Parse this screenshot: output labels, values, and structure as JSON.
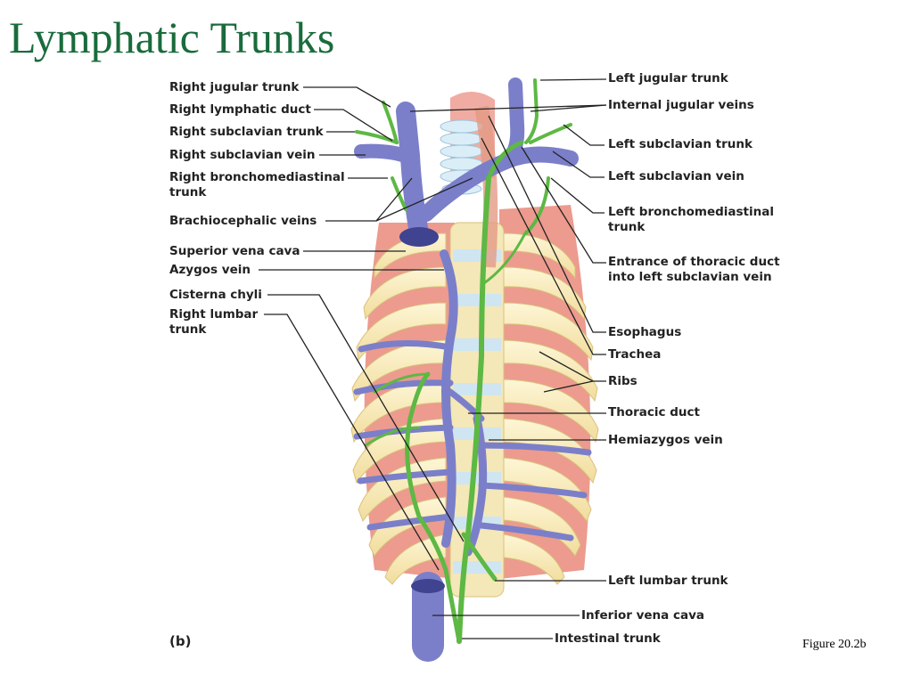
{
  "title": "Lymphatic Trunks",
  "panel_label": "(b)",
  "figure_ref": "Figure 20.2b",
  "colors": {
    "title": "#1a6b3c",
    "vein": "#7b7fc9",
    "lymph": "#5db844",
    "muscle": "#e9897a",
    "rib": "#f6eab8",
    "trachea": "#cfe6f2"
  },
  "labels_left": {
    "right_jugular_trunk": "Right jugular trunk",
    "right_lymphatic_duct": "Right lymphatic duct",
    "right_subclavian_trunk": "Right subclavian trunk",
    "right_subclavian_vein": "Right subclavian vein",
    "right_bronchomediastinal_trunk": "Right bronchomediastinal\ntrunk",
    "brachiocephalic_veins": "Brachiocephalic veins",
    "superior_vena_cava": "Superior vena cava",
    "azygos_vein": "Azygos vein",
    "cisterna_chyli": "Cisterna chyli",
    "right_lumbar_trunk": "Right lumbar\ntrunk"
  },
  "labels_right": {
    "left_jugular_trunk": "Left jugular trunk",
    "internal_jugular_veins": "Internal jugular veins",
    "left_subclavian_trunk": "Left subclavian trunk",
    "left_subclavian_vein": "Left subclavian vein",
    "left_bronchomediastinal_trunk": "Left bronchomediastinal\ntrunk",
    "entrance_thoracic_duct": "Entrance of thoracic duct\ninto left subclavian vein",
    "esophagus": "Esophagus",
    "trachea": "Trachea",
    "ribs": "Ribs",
    "thoracic_duct": "Thoracic duct",
    "hemiazygos_vein": "Hemiazygos vein",
    "left_lumbar_trunk": "Left lumbar trunk",
    "inferior_vena_cava": "Inferior vena cava",
    "intestinal_trunk": "Intestinal trunk"
  }
}
